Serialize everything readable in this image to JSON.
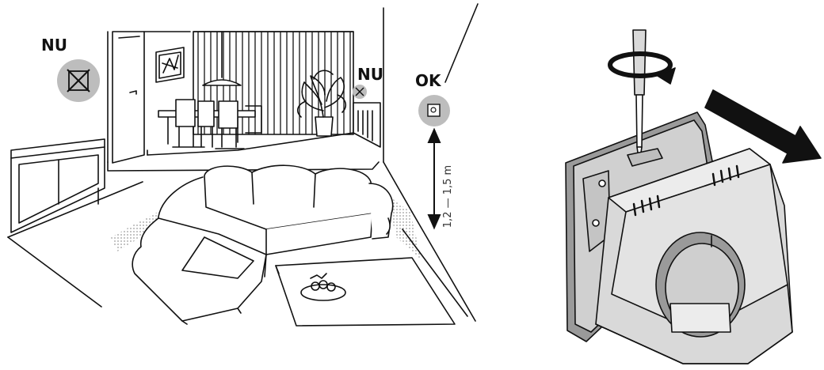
{
  "room_illustration": {
    "label_bad_left": "NU",
    "label_bad_right": "NU",
    "label_good": "OK",
    "mount_height": "1,2 — 1,5 m"
  },
  "device_illustration": {
    "rotation_direction": "counter-clockwise",
    "removal_direction": "right-down"
  },
  "colors": {
    "line": "#111111",
    "badge": "#bdbdbd",
    "device_face": "#d9d9d9",
    "device_shadow": "#9a9a9a",
    "arrow": "#111111"
  }
}
